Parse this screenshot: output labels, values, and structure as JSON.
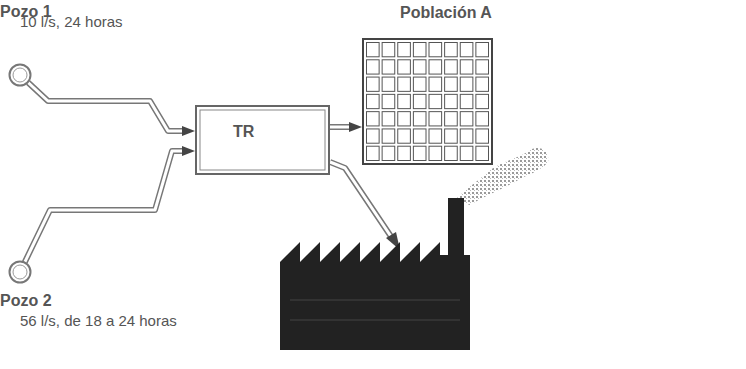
{
  "diagram": {
    "nodes": [
      {
        "text": [
          "Pozo 1",
          "10 l/s, 24 horas"
        ]
      },
      {
        "text": [
          "TR"
        ]
      },
      {
        "text": [
          "Población A"
        ]
      },
      {
        "text": [
          "Pozo 2",
          "56 l/s, de 18 a 24 horas"
        ]
      }
    ],
    "edges": [
      {
        "from": 0,
        "to": 1,
        "arrow": "to"
      },
      {
        "from": 3,
        "to": 1,
        "arrow": "to"
      },
      {
        "from": 1,
        "to": 2,
        "arrow": "to"
      }
    ]
  }
}
